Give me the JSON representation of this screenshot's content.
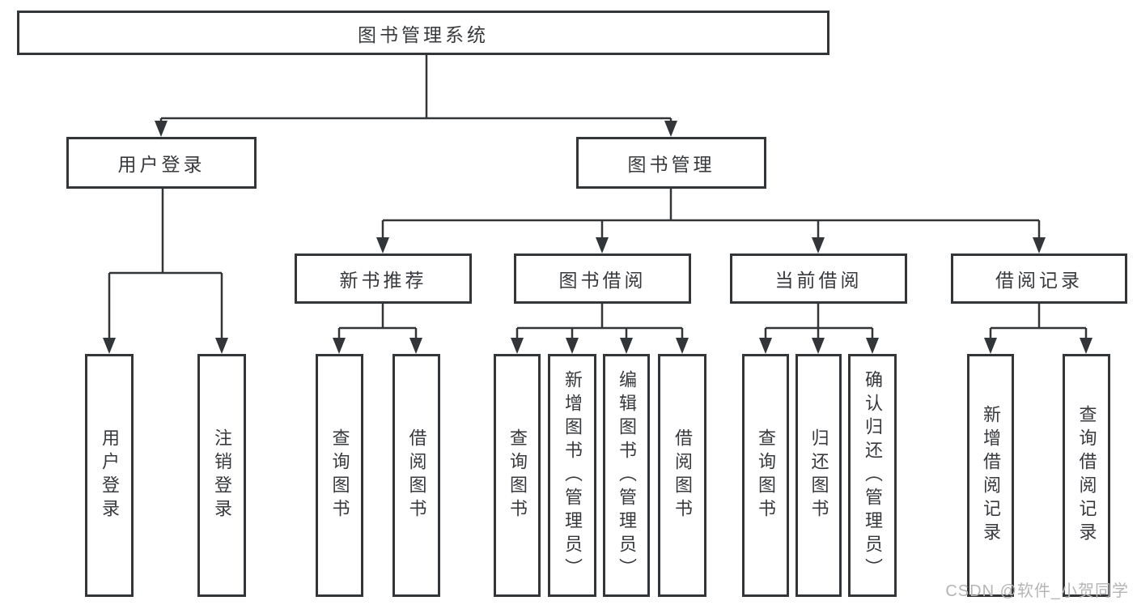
{
  "tree": {
    "root": {
      "label": "图书管理系统"
    },
    "level2": [
      {
        "label": "用户登录"
      },
      {
        "label": "图书管理"
      }
    ],
    "level3": [
      {
        "label": "新书推荐"
      },
      {
        "label": "图书借阅"
      },
      {
        "label": "当前借阅"
      },
      {
        "label": "借阅记录"
      }
    ],
    "leaves": {
      "user_login": [
        {
          "label": "用户登录"
        },
        {
          "label": "注销登录"
        }
      ],
      "new_book_recommend": [
        {
          "label": "查询图书"
        },
        {
          "label": "借阅图书"
        }
      ],
      "book_borrow": [
        {
          "label": "查询图书"
        },
        {
          "label": "新增图书（管理员）"
        },
        {
          "label": "编辑图书（管理员）"
        },
        {
          "label": "借阅图书"
        }
      ],
      "current_borrow": [
        {
          "label": "查询图书"
        },
        {
          "label": "归还图书"
        },
        {
          "label": "确认归还（管理员）"
        }
      ],
      "borrow_records": [
        {
          "label": "新增借阅记录"
        },
        {
          "label": "查询借阅记录"
        }
      ]
    }
  },
  "watermark": "CSDN @软件_小贺同学",
  "colors": {
    "line": "#333639",
    "text": "#37393d",
    "background": "#ffffff",
    "watermark": "#b5b5b5"
  }
}
